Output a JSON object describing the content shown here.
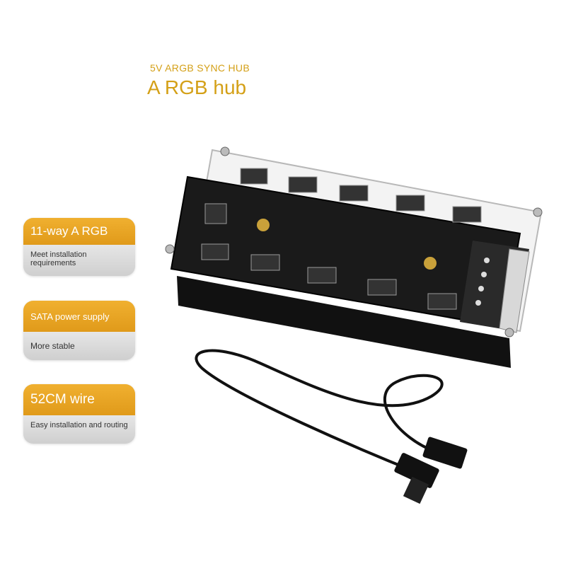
{
  "header": {
    "subtitle": "5V ARGB SYNC HUB",
    "title": "A RGB hub"
  },
  "features": [
    {
      "title": "11-way A RGB",
      "description": "Meet installation requirements"
    },
    {
      "title": "SATA power supply",
      "description": "More stable"
    },
    {
      "title": "52CM wire",
      "description": "Easy installation and routing"
    }
  ],
  "colors": {
    "accent": "#d4a017",
    "badge": "#e9a424",
    "card_bg": "#dcdcdc"
  }
}
